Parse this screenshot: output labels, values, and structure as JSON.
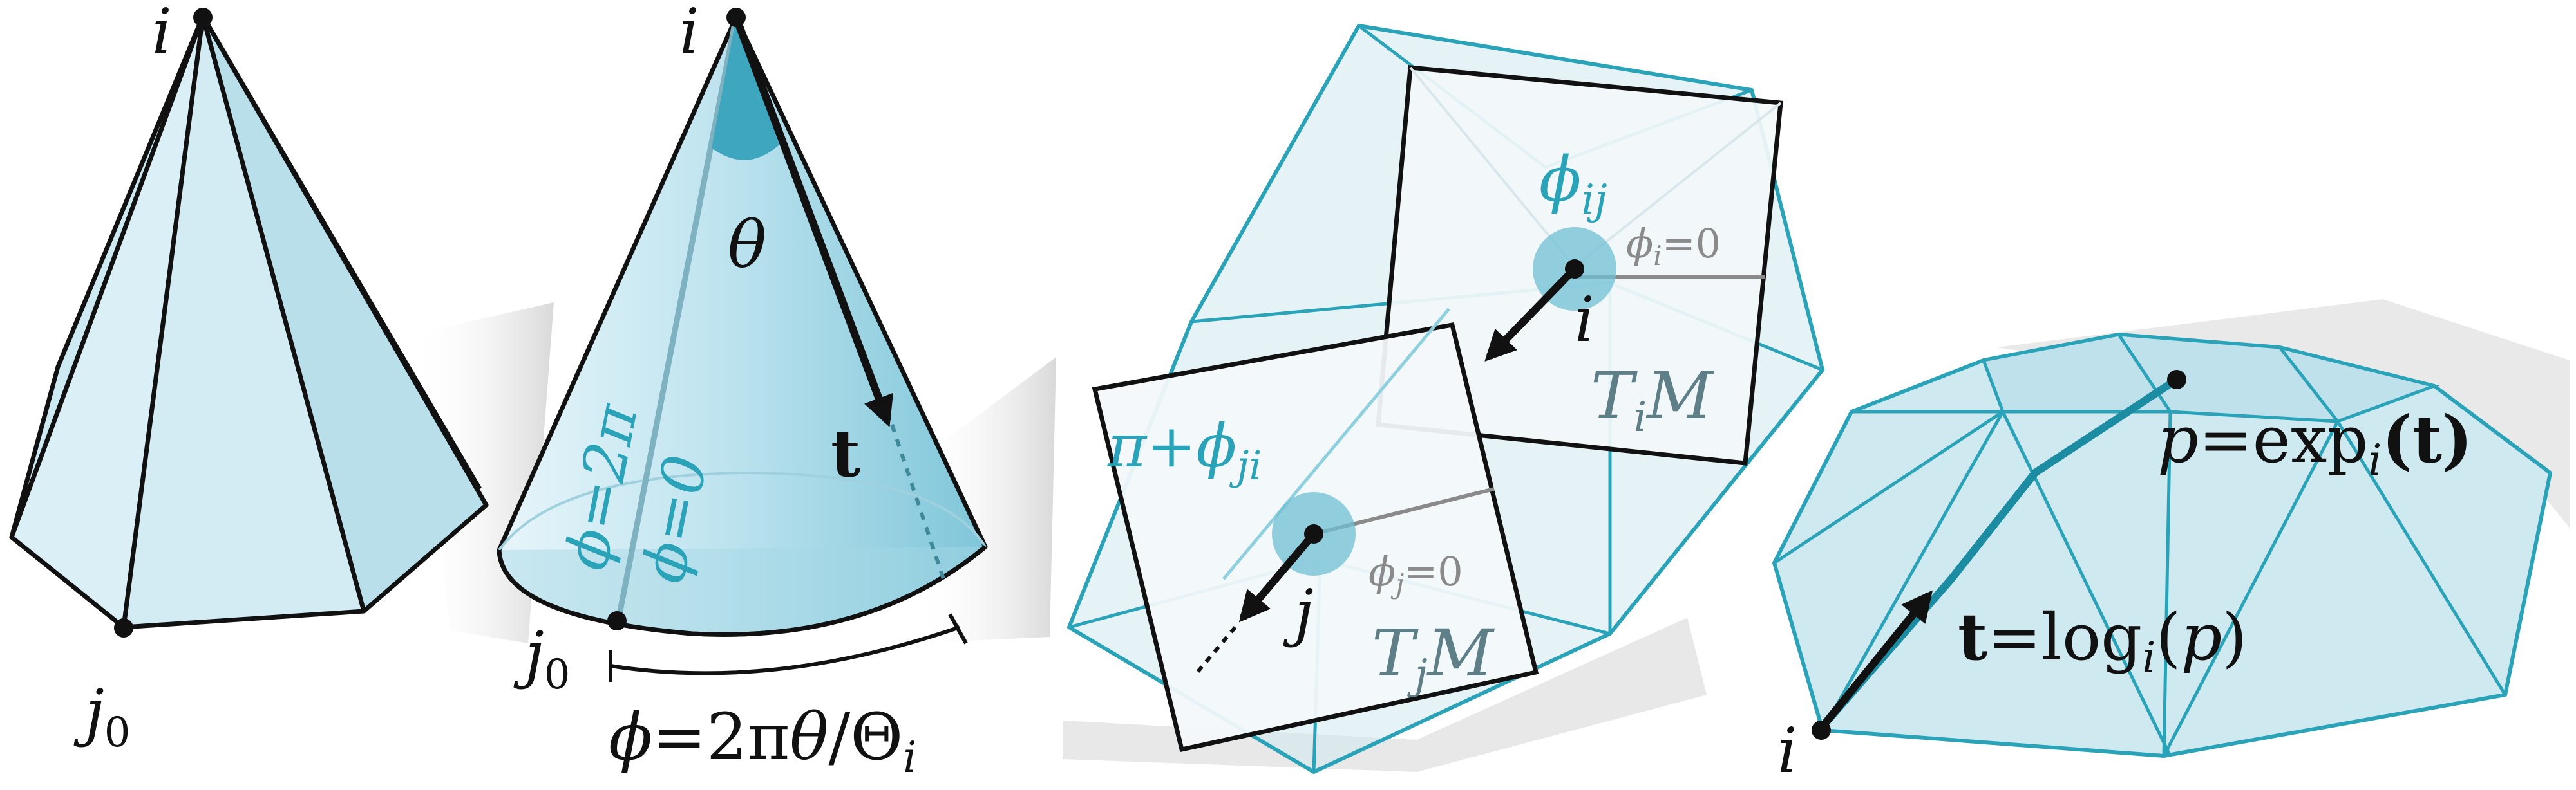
{
  "colors": {
    "face_light": "#dbf0f6",
    "face_mid": "#c3e5ef",
    "face_dark": "#a9d8e6",
    "teal": "#2aa3b9",
    "teal_deep": "#1c8ca3",
    "edge": "#111111",
    "shadow": "#d9d9d9",
    "plane_fill": "#f3f8fa"
  },
  "icons": [
    "vertex-dot",
    "tangent-arrow",
    "angle-wedge"
  ],
  "panels": {
    "pyramid": {
      "apex_label": "i",
      "base_label_main": "j",
      "base_label_sub": "0"
    },
    "cone": {
      "apex_label": "i",
      "angle_label": "θ",
      "vector_label": "t",
      "seam_label_2pi": "ϕ=2π",
      "seam_label_0": "ϕ=0",
      "base_label_main": "j",
      "base_label_sub": "0",
      "formula_phi": "ϕ",
      "formula_eq": "=2π",
      "formula_theta": "θ",
      "formula_slash": "/Θ",
      "formula_sub": "i"
    },
    "tangent_planes": {
      "phi_ij_main": "ϕ",
      "phi_ij_sub": "ij",
      "phi_i_zero_main": "ϕ",
      "phi_i_zero_sub": "i",
      "phi_i_zero_rest": "=0",
      "vertex_i_label": "i",
      "tangent_space_i_T": "T",
      "tangent_space_i_sub": "i",
      "tangent_space_i_M": "M",
      "pi_plus_phi_ji_main": "π+ϕ",
      "pi_plus_phi_ji_sub": "ji",
      "phi_j_zero_main": "ϕ",
      "phi_j_zero_sub": "j",
      "phi_j_zero_rest": "=0",
      "vertex_j_label": "j",
      "tangent_space_j_T": "T",
      "tangent_space_j_sub": "j",
      "tangent_space_j_M": "M"
    },
    "exp_map": {
      "p_main": "p",
      "p_eq": "=exp",
      "p_sub": "i",
      "p_arg": "(t)",
      "t_main": "t",
      "t_eq": "=log",
      "t_sub": "i",
      "t_arg_open": "(",
      "t_arg_p": "p",
      "t_arg_close": ")",
      "vertex_label": "i"
    }
  }
}
